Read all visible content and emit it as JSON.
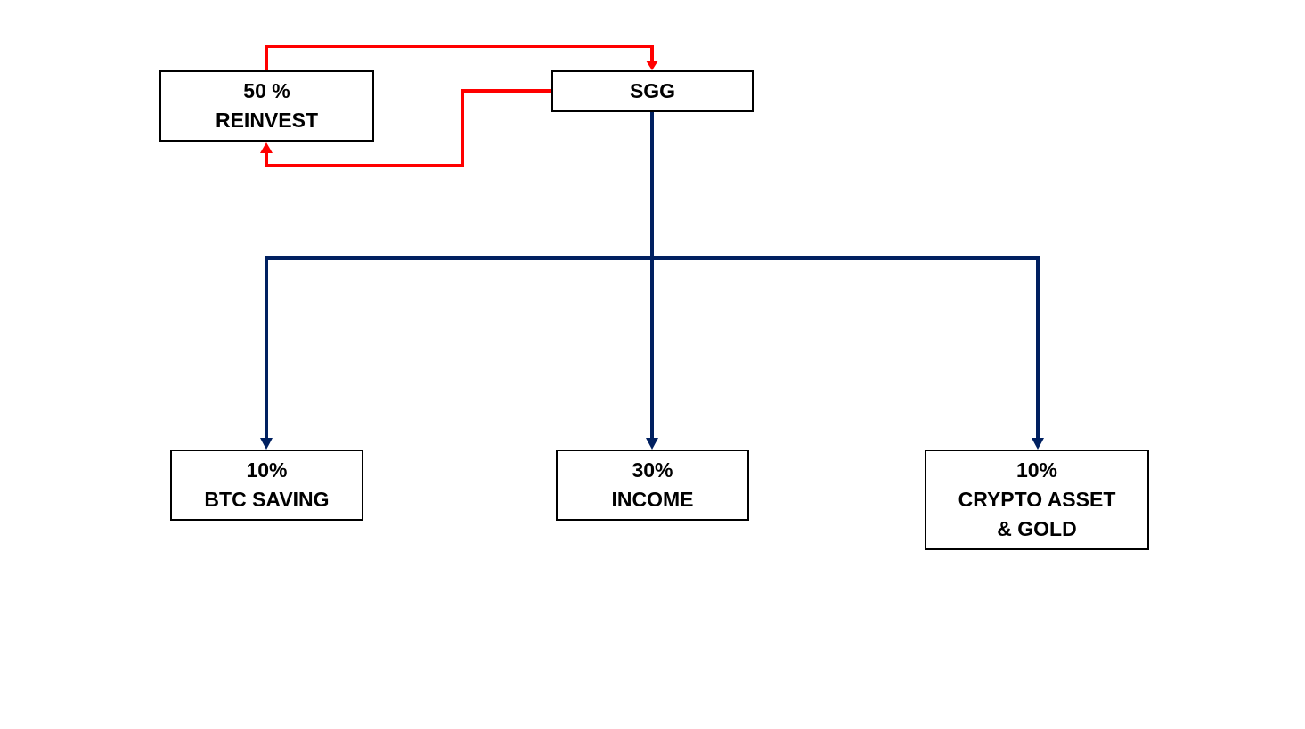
{
  "colors": {
    "feedback_arrow": "#ff0000",
    "distribution_arrow": "#002060",
    "box_border": "#000000",
    "background": "#ffffff"
  },
  "nodes": {
    "reinvest": {
      "line1": "50 %",
      "line2": "REINVEST"
    },
    "sgg": {
      "label": "SGG"
    },
    "btc_saving": {
      "line1": "10%",
      "line2": "BTC SAVING"
    },
    "income": {
      "line1": "30%",
      "line2": "INCOME"
    },
    "crypto_gold": {
      "line1": "10%",
      "line2": "CRYPTO ASSET",
      "line3": "& GOLD"
    }
  },
  "edges": [
    {
      "from": "reinvest",
      "to": "sgg",
      "color": "feedback_arrow"
    },
    {
      "from": "sgg",
      "to": "reinvest",
      "color": "feedback_arrow"
    },
    {
      "from": "sgg",
      "to": "btc_saving",
      "color": "distribution_arrow"
    },
    {
      "from": "sgg",
      "to": "income",
      "color": "distribution_arrow"
    },
    {
      "from": "sgg",
      "to": "crypto_gold",
      "color": "distribution_arrow"
    }
  ]
}
